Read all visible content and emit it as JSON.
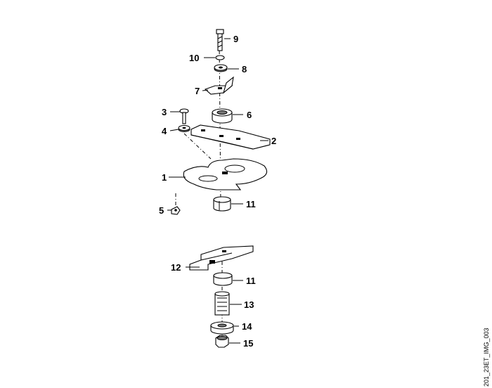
{
  "diagram": {
    "reference_code": "201_23ET_IMG_003",
    "callouts": [
      "1",
      "2",
      "3",
      "4",
      "5",
      "6",
      "7",
      "8",
      "9",
      "10",
      "11",
      "11",
      "12",
      "13",
      "14",
      "15"
    ]
  }
}
